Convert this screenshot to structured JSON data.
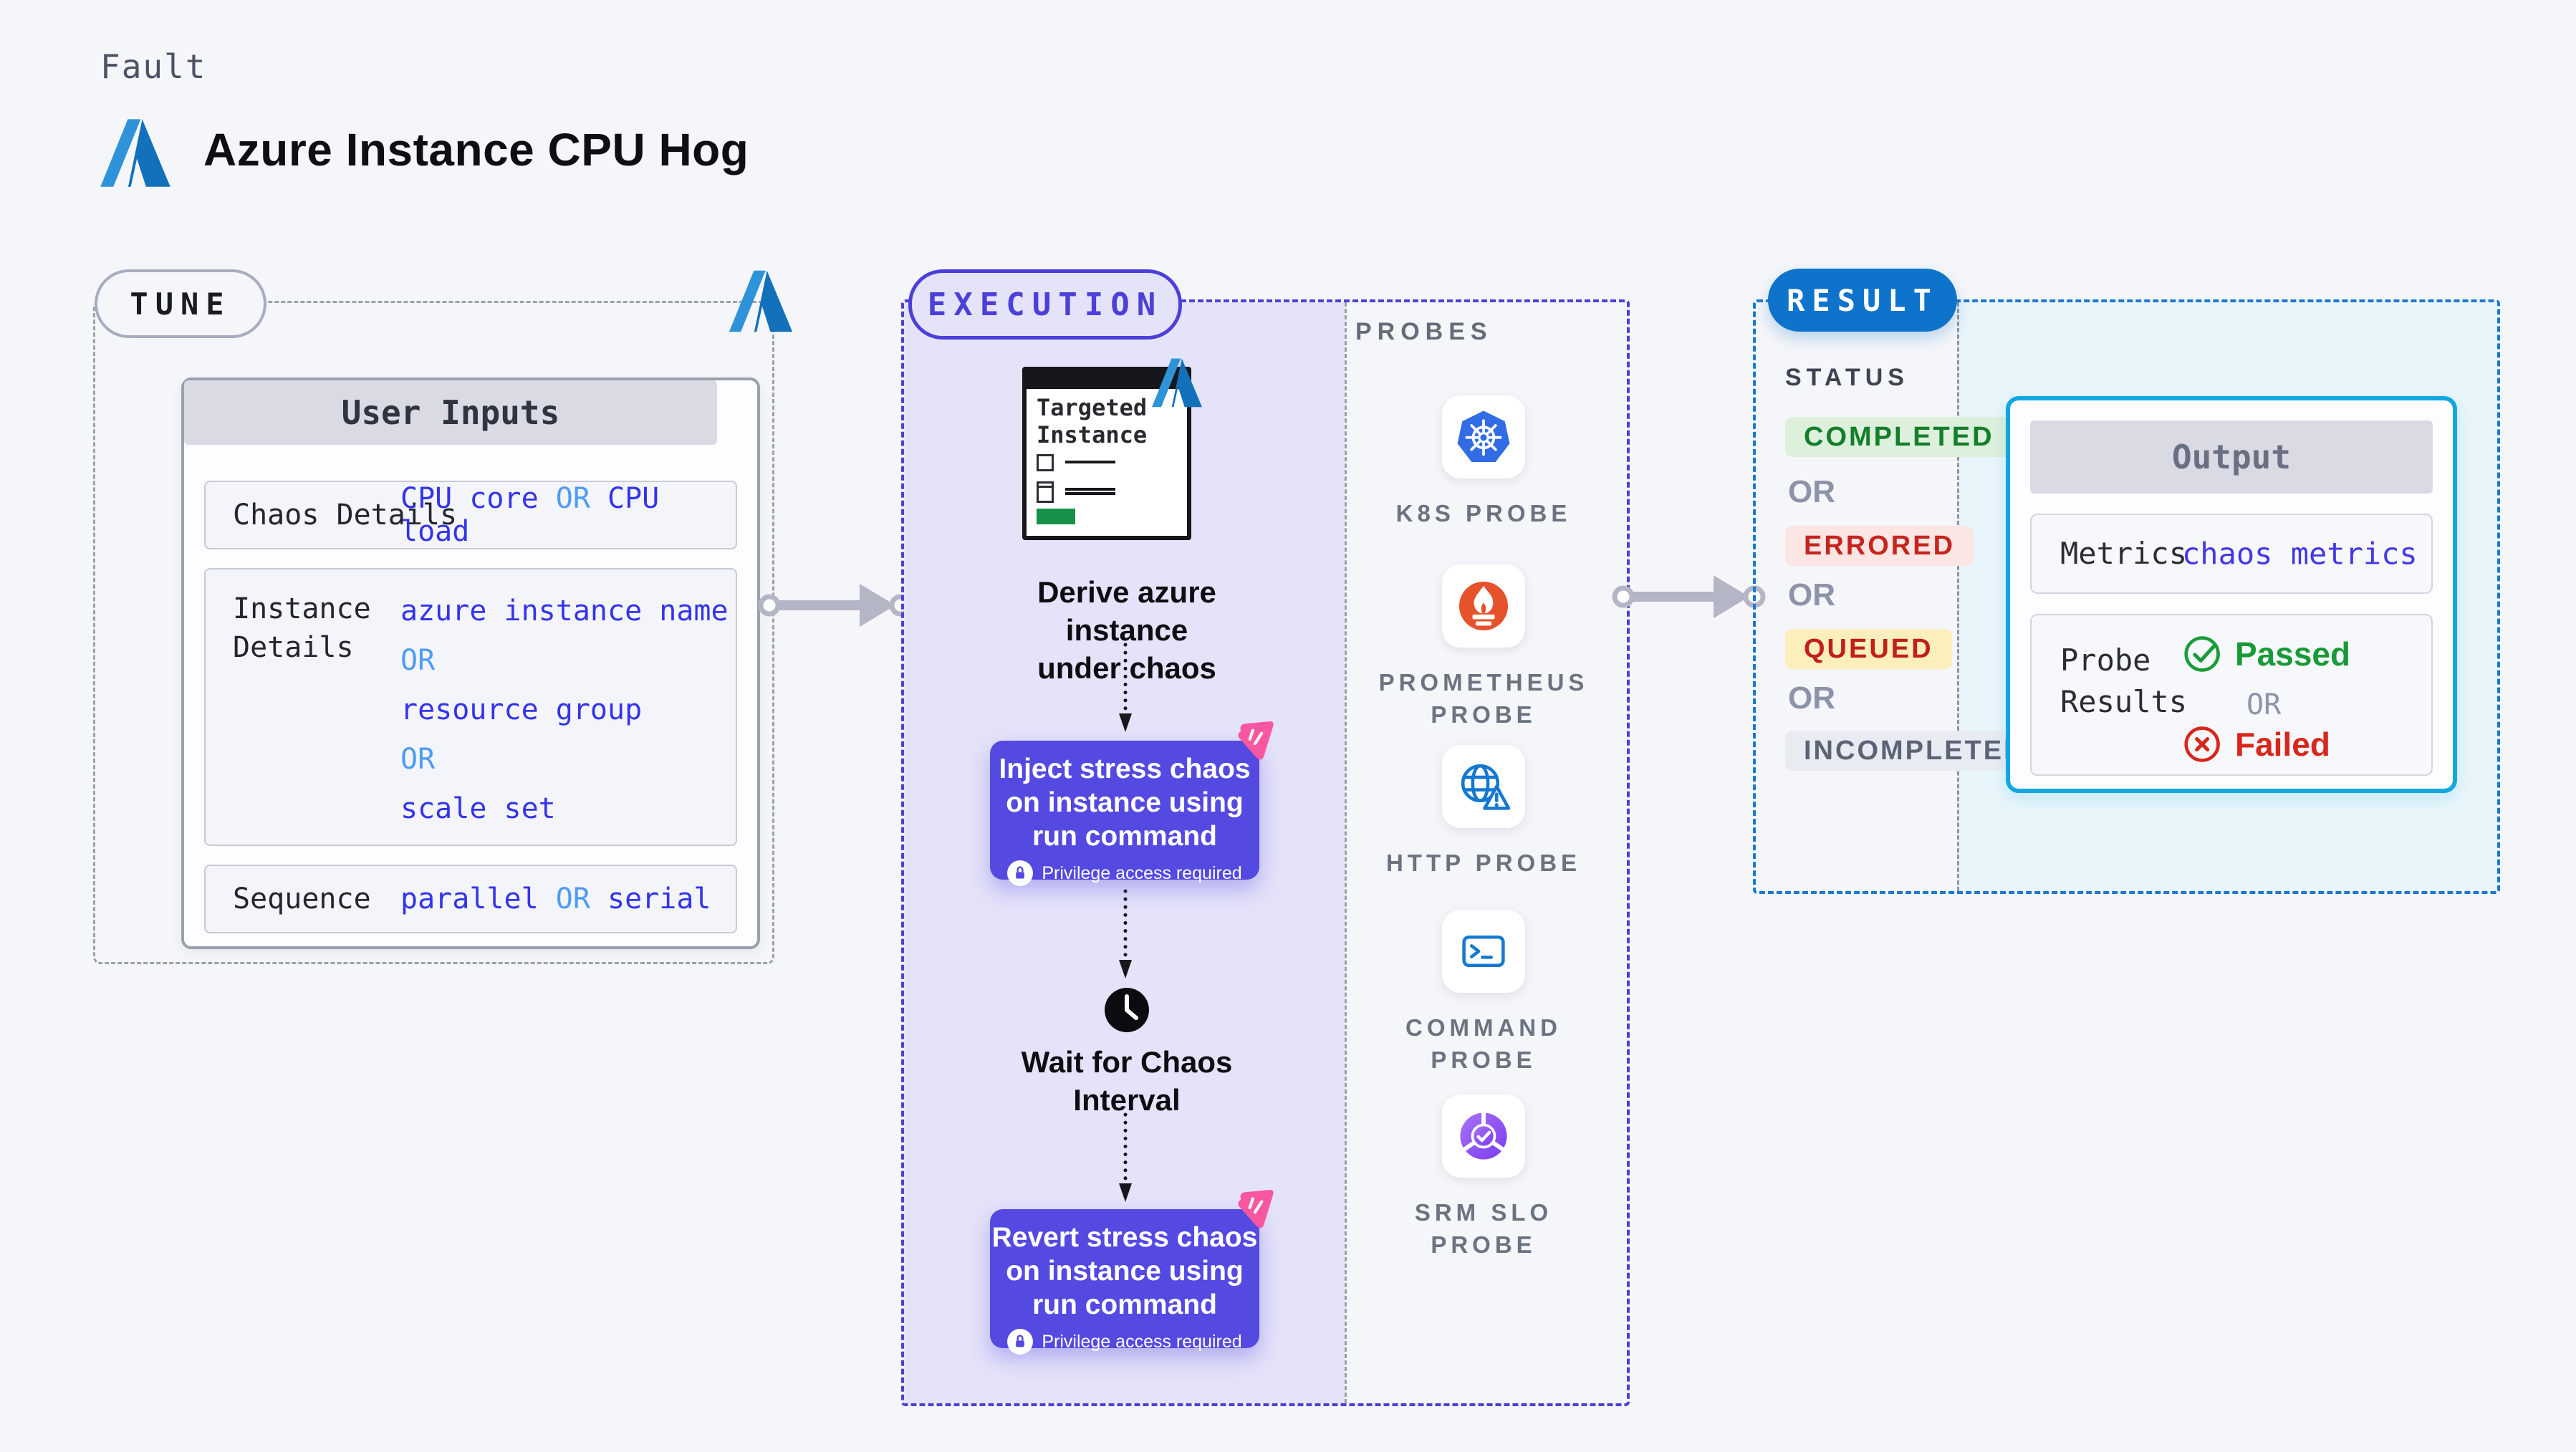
{
  "header": {
    "eyebrow": "Fault",
    "title": "Azure Instance CPU Hog"
  },
  "tune": {
    "pill": "TUNE",
    "user_inputs_title": "User Inputs",
    "chaos": {
      "label": "Chaos Details",
      "v1": "CPU core",
      "or": "OR",
      "v2": "CPU load"
    },
    "instance": {
      "label_l1": "Instance",
      "label_l2": "Details",
      "v1": "azure instance name",
      "or1": "OR",
      "v2": "resource group",
      "or2": "OR",
      "v3": "scale set"
    },
    "sequence": {
      "label": "Sequence",
      "v1": "parallel",
      "or": "OR",
      "v2": "serial"
    }
  },
  "execution": {
    "pill": "EXECUTION",
    "window": {
      "title_l1": "Targeted",
      "title_l2": "Instance"
    },
    "derive_l1": "Derive azure instance",
    "derive_l2": "under chaos",
    "inject": {
      "l1": "Inject stress chaos",
      "l2": "on instance using",
      "l3": "run command",
      "privilege": "Privilege access required"
    },
    "wait_l1": "Wait for Chaos",
    "wait_l2": "Interval",
    "revert": {
      "l1": "Revert stress chaos",
      "l2": "on instance using",
      "l3": "run command",
      "privilege": "Privilege access required"
    }
  },
  "probes": {
    "label": "PROBES",
    "items": [
      {
        "line1": "K8S PROBE",
        "line2": "",
        "icon": "kubernetes-icon"
      },
      {
        "line1": "PROMETHEUS",
        "line2": "PROBE",
        "icon": "prometheus-icon"
      },
      {
        "line1": "HTTP PROBE",
        "line2": "",
        "icon": "http-globe-warning-icon"
      },
      {
        "line1": "COMMAND",
        "line2": "PROBE",
        "icon": "terminal-icon"
      },
      {
        "line1": "SRM SLO",
        "line2": "PROBE",
        "icon": "srm-slo-icon"
      }
    ]
  },
  "result": {
    "pill": "RESULT",
    "status_label": "STATUS",
    "status_completed": "COMPLETED",
    "or1": "OR",
    "status_errored": "ERRORED",
    "or2": "OR",
    "status_queued": "QUEUED",
    "or3": "OR",
    "status_incompleted": "INCOMPLETED",
    "output": {
      "title": "Output",
      "metrics_label": "Metrics",
      "metrics_value": "chaos metrics",
      "probe_results_l1": "Probe",
      "probe_results_l2": "Results",
      "passed": "Passed",
      "or": "OR",
      "failed": "Failed"
    }
  },
  "colors": {
    "accent_indigo": "#5449e1",
    "accent_blue": "#0e73cb",
    "cyan_border": "#12a7e0",
    "value_indigo": "#3434ea",
    "or_blue": "#4f9cf6",
    "green": "#157e2b",
    "red": "#c6251f",
    "queued_bg": "#fceebd",
    "panel_lavender": "#e4e3f9"
  }
}
